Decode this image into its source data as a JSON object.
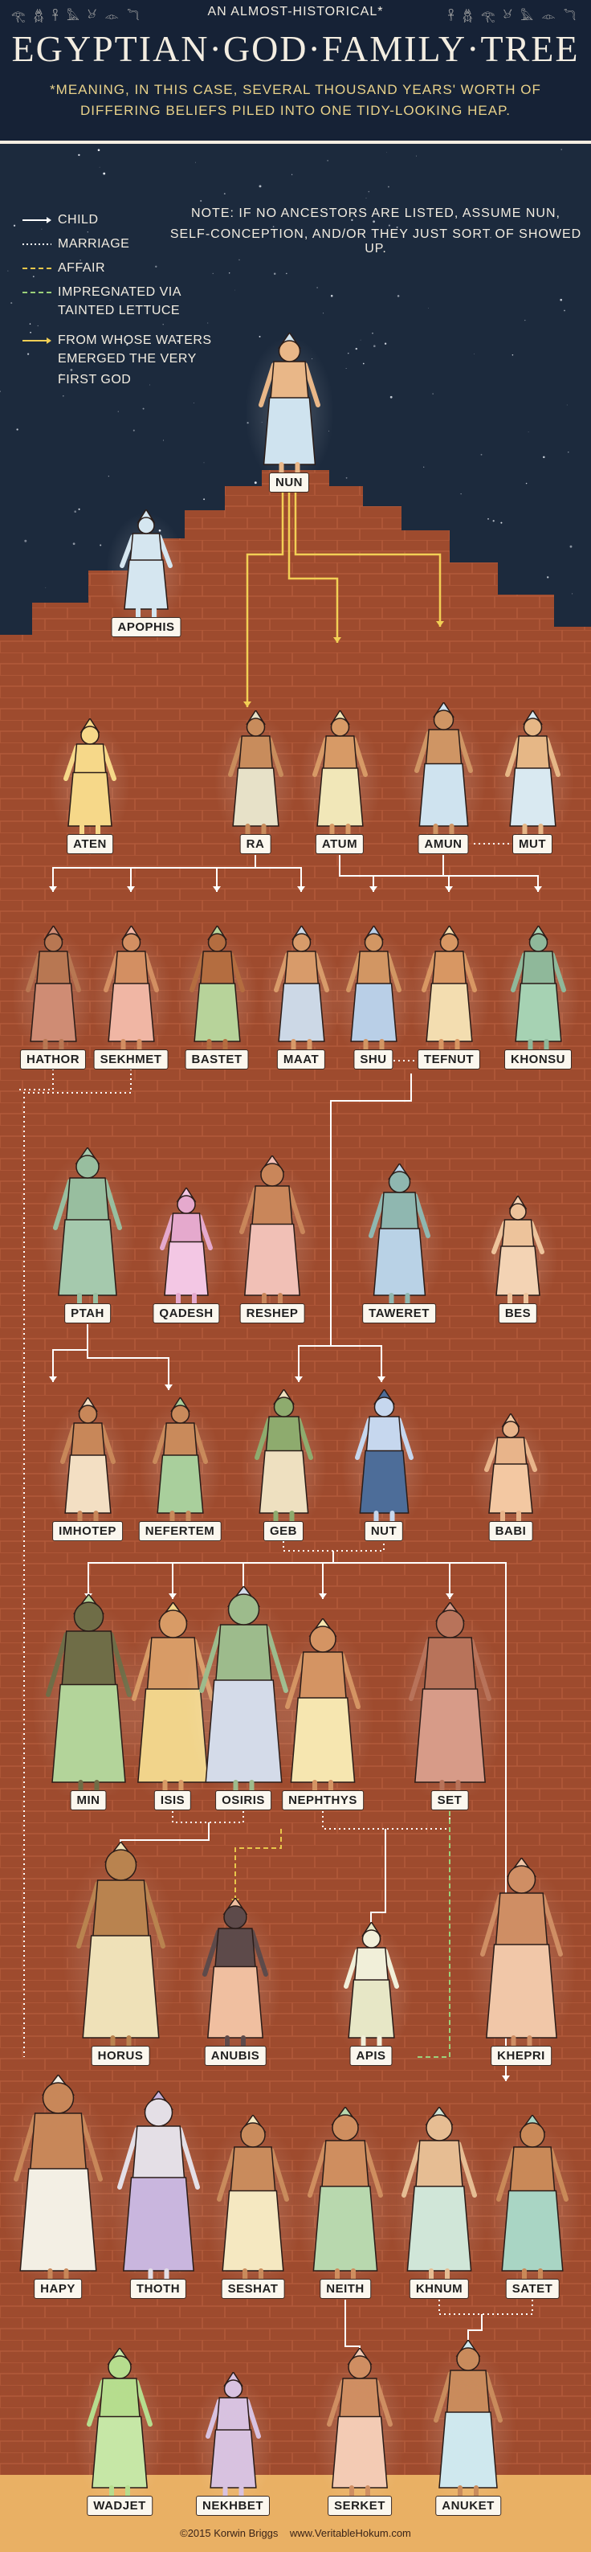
{
  "header": {
    "kicker": "AN ALMOST-HISTORICAL*",
    "title": "EGYPTIAN·GOD·FAMILY·TREE",
    "subtitle_line1": "*MEANING, IN THIS CASE, SEVERAL THOUSAND YEARS' WORTH OF",
    "subtitle_line2": "DIFFERING BELIEFS PILED INTO ONE TIDY-LOOKING HEAP."
  },
  "note": {
    "line1": "NOTE: IF NO ANCESTORS ARE LISTED, ASSUME NUN,",
    "line2": "SELF-CONCEPTION, AND/OR THEY JUST SORT OF SHOWED UP."
  },
  "legend": [
    {
      "label": "CHILD",
      "style": "solid",
      "color": "#ffffff"
    },
    {
      "label": "MARRIAGE",
      "style": "dotted",
      "color": "#ffffff"
    },
    {
      "label": "AFFAIR",
      "style": "dashed",
      "color": "#e7c64a"
    },
    {
      "label": "IMPREGNATED VIA",
      "label2": "TAINTED LETTUCE",
      "style": "dashed",
      "color": "#9bd07a"
    },
    {
      "label": "FROM WHOSE WATERS",
      "label2": "EMERGED THE VERY",
      "label3": "FIRST GOD",
      "style": "solid",
      "color": "#f2cf55"
    }
  ],
  "gods": [
    {
      "name": "NUN",
      "robe": "#cfe3ef",
      "skin": "#e9b788"
    },
    {
      "name": "APOPHIS",
      "robe": "#d5e6f0",
      "skin": "#d5e6f0"
    },
    {
      "name": "ATEN",
      "robe": "#f6d889",
      "skin": "#f6d889"
    },
    {
      "name": "RA",
      "robe": "#e7e1c8",
      "skin": "#c88c5c"
    },
    {
      "name": "ATUM",
      "robe": "#f1e7b8",
      "skin": "#d79a66"
    },
    {
      "name": "AMUN",
      "robe": "#cfe3ef",
      "skin": "#cf9564"
    },
    {
      "name": "MUT",
      "robe": "#d9e9f1",
      "skin": "#e6b786"
    },
    {
      "name": "HATHOR",
      "robe": "#cf8c74",
      "skin": "#b87752"
    },
    {
      "name": "SEKHMET",
      "robe": "#f0b6a4",
      "skin": "#d38f62"
    },
    {
      "name": "BASTET",
      "robe": "#b7d39a",
      "skin": "#b46d40"
    },
    {
      "name": "MAAT",
      "robe": "#ccd8e6",
      "skin": "#d89b6a"
    },
    {
      "name": "SHU",
      "robe": "#b9cfe7",
      "skin": "#d29663"
    },
    {
      "name": "TEFNUT",
      "robe": "#f3ddb0",
      "skin": "#d89763"
    },
    {
      "name": "KHONSU",
      "robe": "#a6d2b3",
      "skin": "#8fb89a"
    },
    {
      "name": "PTAH",
      "robe": "#a5c9ad",
      "skin": "#98be9f"
    },
    {
      "name": "QADESH",
      "robe": "#f3c7e4",
      "skin": "#e5a9cd"
    },
    {
      "name": "RESHEP",
      "robe": "#f1c0b6",
      "skin": "#c9865a"
    },
    {
      "name": "TAWERET",
      "robe": "#b9d2e6",
      "skin": "#8fb7b0"
    },
    {
      "name": "BES",
      "robe": "#f3d3b4",
      "skin": "#edc39b"
    },
    {
      "name": "IMHOTEP",
      "robe": "#f3dfc3",
      "skin": "#c88759"
    },
    {
      "name": "NEFERTEM",
      "robe": "#a9cf9c",
      "skin": "#c98a5b"
    },
    {
      "name": "GEB",
      "robe": "#eee0c0",
      "skin": "#8eab6e"
    },
    {
      "name": "NUT",
      "robe": "#4d6d99",
      "skin": "#c6d7ee"
    },
    {
      "name": "BABI",
      "robe": "#f3c8a2",
      "skin": "#e8b48a"
    },
    {
      "name": "MIN",
      "robe": "#b3d49a",
      "skin": "#6f6d47"
    },
    {
      "name": "ISIS",
      "robe": "#f1d48b",
      "skin": "#d89b66"
    },
    {
      "name": "OSIRIS",
      "robe": "#d4dbe9",
      "skin": "#9dbb8c"
    },
    {
      "name": "NEPHTHYS",
      "robe": "#f6e6b0",
      "skin": "#d49463"
    },
    {
      "name": "SET",
      "robe": "#d79b88",
      "skin": "#b8735a"
    },
    {
      "name": "HORUS",
      "robe": "#efe1b8",
      "skin": "#b9834f"
    },
    {
      "name": "ANUBIS",
      "robe": "#f0bfa0",
      "skin": "#5d4a4a"
    },
    {
      "name": "APIS",
      "robe": "#e7e7c6",
      "skin": "#f1efd9"
    },
    {
      "name": "KHEPRI",
      "robe": "#f1c7a8",
      "skin": "#cf8e64"
    },
    {
      "name": "HAPY",
      "robe": "#f3efe4",
      "skin": "#c88759"
    },
    {
      "name": "THOTH",
      "robe": "#c9b6de",
      "skin": "#e4dfe6"
    },
    {
      "name": "SESHAT",
      "robe": "#f5e8c1",
      "skin": "#c98b5c"
    },
    {
      "name": "NEITH",
      "robe": "#b8d8ae",
      "skin": "#cf8e5f"
    },
    {
      "name": "KHNUM",
      "robe": "#d0e6d8",
      "skin": "#e6bd93"
    },
    {
      "name": "SATET",
      "robe": "#a9d5c4",
      "skin": "#c98958"
    },
    {
      "name": "WADJET",
      "robe": "#c6e7a6",
      "skin": "#b6dd8e"
    },
    {
      "name": "NEKHBET",
      "robe": "#d8c2e0",
      "skin": "#d8c2e0"
    },
    {
      "name": "SERKET",
      "robe": "#f3cbb4",
      "skin": "#cf8e62"
    },
    {
      "name": "ANUKET",
      "robe": "#cfe8ee",
      "skin": "#c98b5c"
    }
  ],
  "footer": {
    "copyright": "©2015 Korwin Briggs",
    "site": "www.VeritableHokum.com"
  },
  "colors": {
    "sky": "#1c2a3d",
    "header_bg": "#162236",
    "pyramid": "#9c4a2e",
    "sand": "#e6ad5e",
    "label_bg": "#fbf7ee"
  }
}
